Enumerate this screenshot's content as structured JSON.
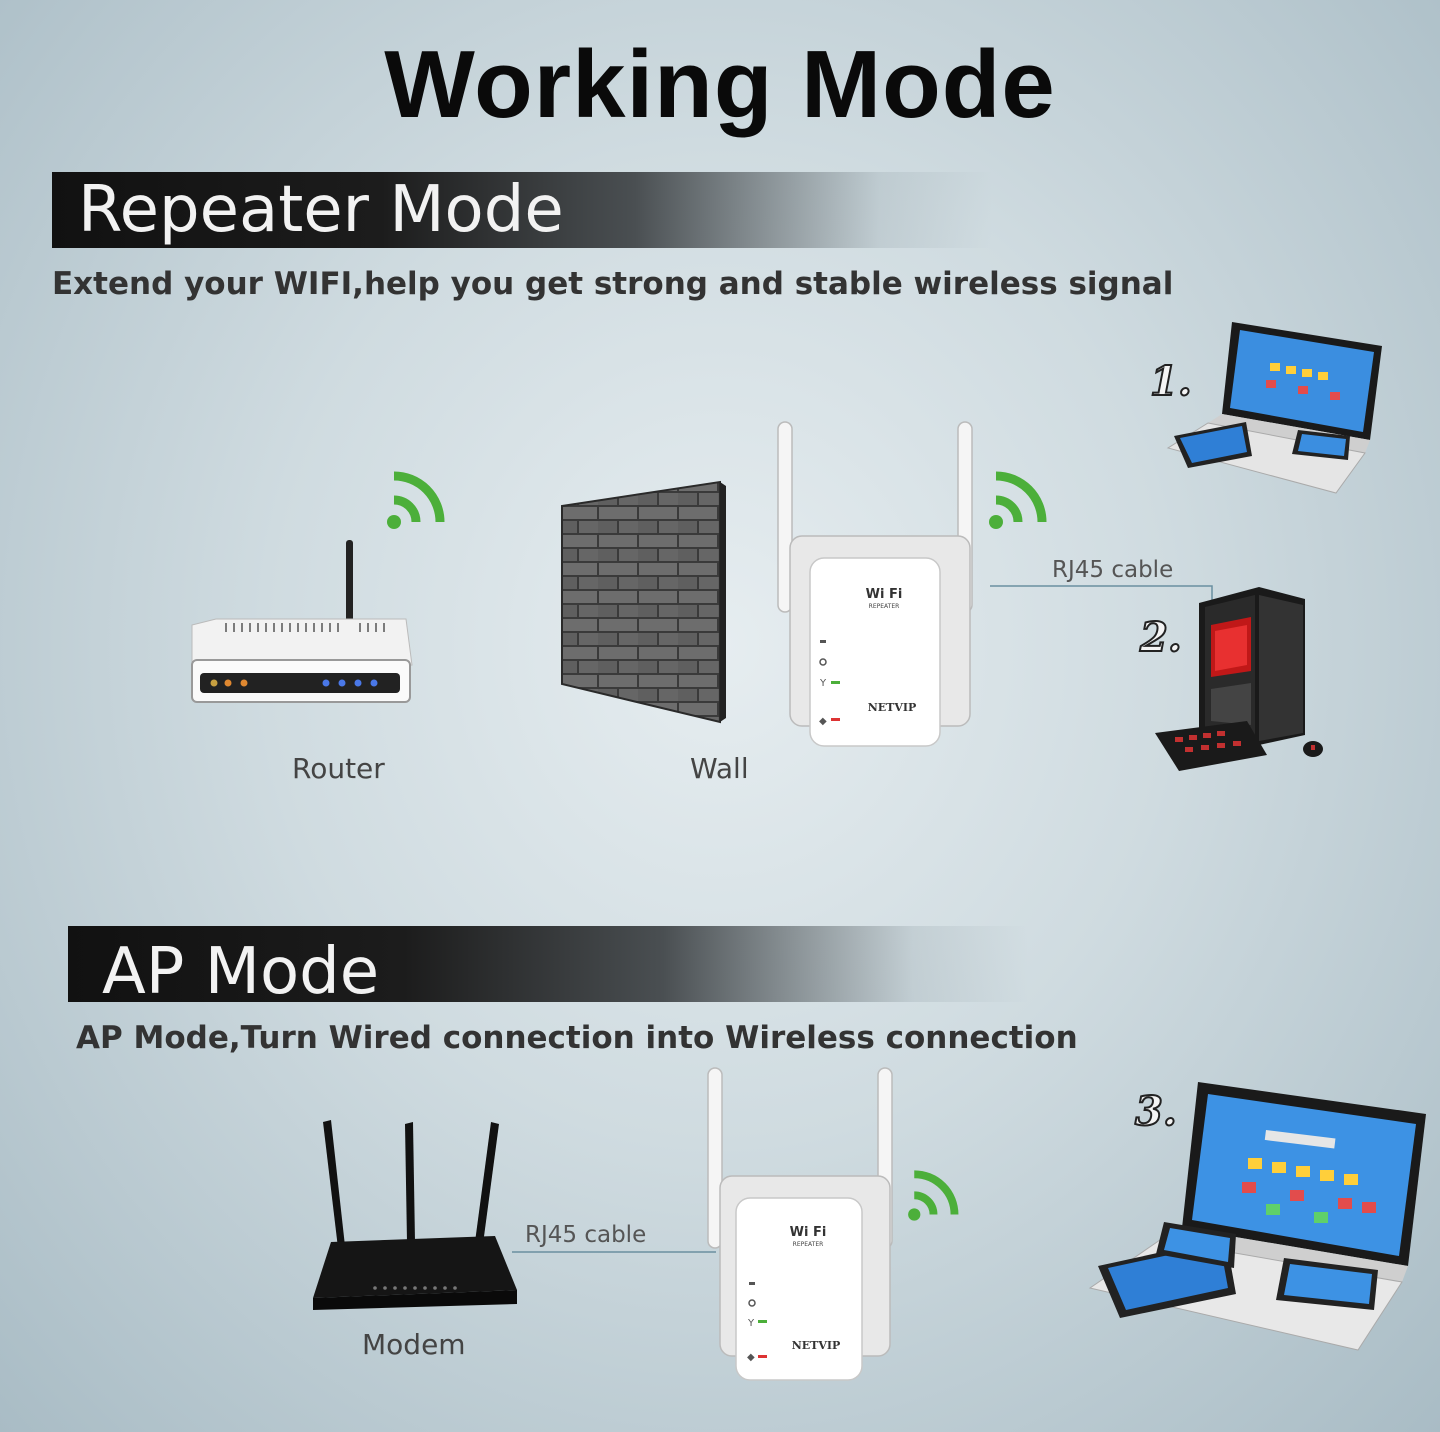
{
  "title": "Working Mode",
  "repeater_mode": {
    "heading": "Repeater Mode",
    "description": "Extend your WIFI,help you get strong and stable wireless signal",
    "router_label": "Router",
    "wall_label": "Wall",
    "cable_label": "RJ45 cable",
    "device_numbers": [
      "1.",
      "2."
    ]
  },
  "ap_mode": {
    "heading": "AP Mode",
    "description": "AP Mode,Turn Wired connection into Wireless connection",
    "modem_label": "Modem",
    "cable_label": "RJ45 cable",
    "device_number": "3."
  },
  "extender": {
    "logo_top": "Wi  Fi",
    "logo_sub": "REPEATER",
    "brand": "NETVIP"
  },
  "colors": {
    "wifi_signal": "#4caf3a",
    "bar_dark": "#111111"
  },
  "icons": [
    "wifi-signal-icon",
    "router-icon",
    "brick-wall-icon",
    "wifi-extender-icon",
    "laptop-icon",
    "desktop-pc-icon",
    "modem-icon"
  ]
}
